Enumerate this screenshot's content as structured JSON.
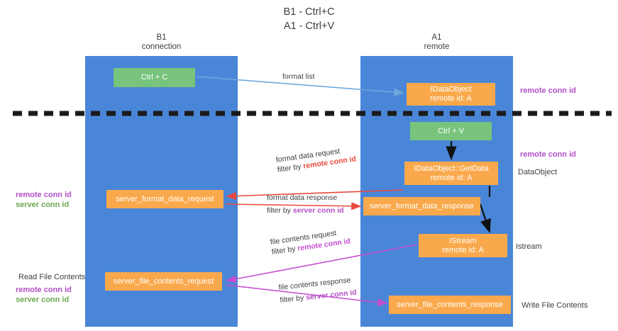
{
  "title": {
    "line1": "B1 - Ctrl+C",
    "line2": "A1 - Ctrl+V"
  },
  "lanes": [
    {
      "name": "B1",
      "sub": "connection"
    },
    {
      "name": "A1",
      "sub": "remote"
    }
  ],
  "nodes": {
    "ctrl_c": {
      "label": "Ctrl + C",
      "color": "#78c47d"
    },
    "ctrl_v": {
      "label": "Ctrl + V",
      "color": "#78c47d"
    },
    "idataobject": {
      "label": "IDataObject",
      "sub": "remote id: A",
      "color": "#f9a94c"
    },
    "getdata": {
      "label": "IDataObject::GetData",
      "sub": "remote id: A",
      "color": "#f9a94c"
    },
    "istream": {
      "label": "IStream",
      "sub": "remote id: A",
      "color": "#f9a94c"
    },
    "server_format_data_request": {
      "label": "server_format_data_request",
      "color": "#f9a94c"
    },
    "server_format_data_response": {
      "label": "server_format_data_response",
      "color": "#f9a94c"
    },
    "server_file_contents_request": {
      "label": "server_file_contents_request",
      "color": "#f9a94c"
    },
    "server_file_contents_response": {
      "label": "server_file_contents_response",
      "color": "#f9a94c"
    }
  },
  "edges": {
    "format_list": "format list",
    "format_data_request": {
      "line1": "format data request",
      "prefix": "filter by ",
      "highlight": "remote conn id",
      "highlight_color": "#e8493f"
    },
    "format_data_response": {
      "line1": "format data response",
      "prefix": "filter by ",
      "highlight": "server conn id",
      "highlight_color": "#b24fc6"
    },
    "file_contents_request": {
      "line1": "file contents request",
      "prefix": "filter by ",
      "highlight": "remote conn id",
      "highlight_color": "#c64fd0"
    },
    "file_contents_response": {
      "line1": "file contents response",
      "prefix": "filter by ",
      "highlight": "server conn id",
      "highlight_color": "#b24fc6"
    }
  },
  "annotations": {
    "right_remote_conn_id_top": "remote conn id",
    "right_remote_conn_id_mid": "remote conn id",
    "dataobject": "DataObject",
    "istream": "Istream",
    "write_file_contents": "Write File Contents",
    "read_file_contents": "Read File Contents",
    "left_remote_conn_id": "remote conn id",
    "left_server_conn_id": "server conn id",
    "left_remote_conn_id_2": "remote conn id",
    "left_server_conn_id_2": "server conn id"
  },
  "colors": {
    "lane": "#4a86d8",
    "green_node": "#78c47d",
    "orange_node": "#f9a94c",
    "purple": "#b24fc6",
    "green_text": "#6aa84f",
    "red_arrow": "#e8493f",
    "magenta_arrow": "#c64fd0",
    "blue_arrow": "#6fa8dc",
    "divider": "#222222"
  }
}
